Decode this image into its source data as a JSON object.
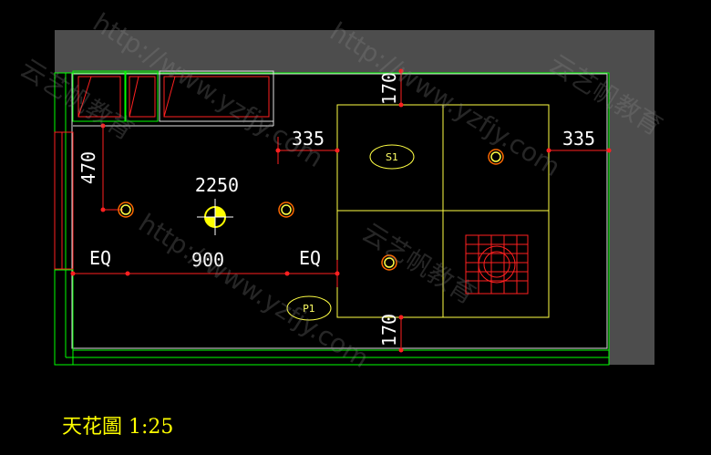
{
  "drawing": {
    "title": "天花圖 1:25",
    "dimensions": {
      "top_vertical": "170",
      "bottom_vertical": "170",
      "left_offset": "335",
      "right_offset": "335",
      "side_vertical": "470",
      "centre_height": "2250",
      "centre_span": "900",
      "eq_left": "EQ",
      "eq_right": "EQ"
    },
    "tags": {
      "s1": "S1",
      "p1": "P1"
    }
  },
  "watermark": {
    "url": "http://www.yzfjy.com",
    "brand": "云艺帆教育"
  },
  "colors": {
    "background": "#000000",
    "wall": "#4d4d4d",
    "green_line": "#00ff00",
    "yellow_line": "#ffff44",
    "red_line": "#ff2020",
    "white_line": "#e0e0e0"
  }
}
